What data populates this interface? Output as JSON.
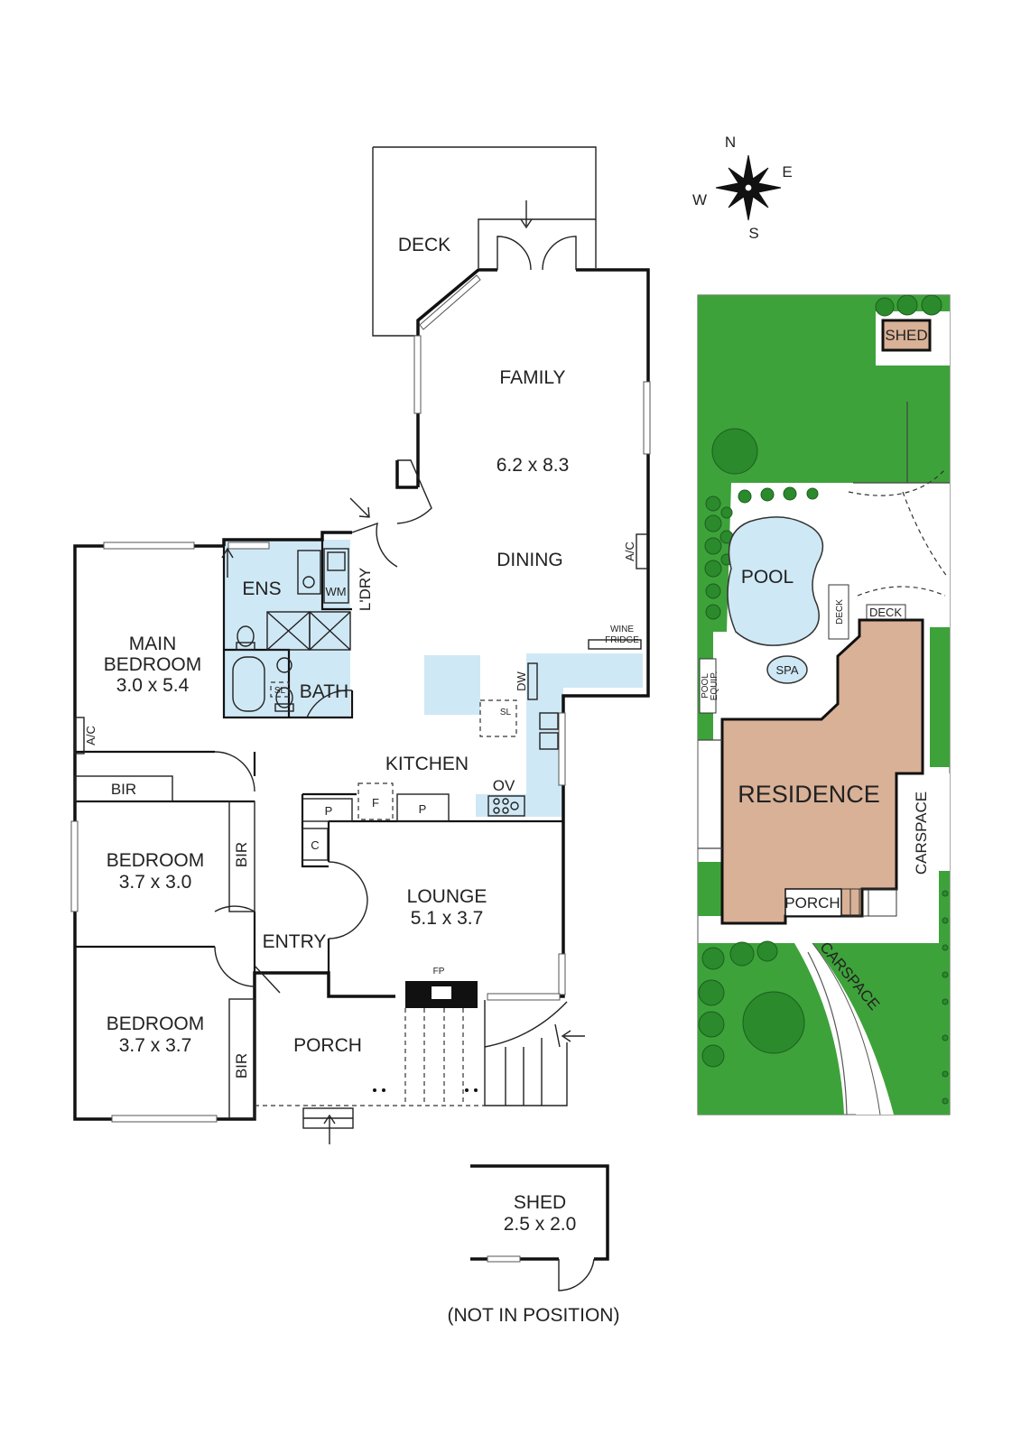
{
  "rooms": {
    "deck": "DECK",
    "family": "FAMILY",
    "family_dims": "6.2 x 8.3",
    "dining": "DINING",
    "ens": "ENS",
    "wm": "WM",
    "ldry": "L'DRY",
    "main_bedroom_line1": "MAIN",
    "main_bedroom_line2": "BEDROOM",
    "main_bedroom_dims": "3.0 x 5.4",
    "bath": "BATH",
    "sl_bath": "SL",
    "ac_family": "A/C",
    "ac_bedroom": "A/C",
    "wine_fridge_line1": "WINE",
    "wine_fridge_line2": "FRIDGE",
    "dw": "DW",
    "sl_kitchen": "SL",
    "kitchen": "KITCHEN",
    "ov": "OV",
    "bir_main": "BIR",
    "bir_bed2": "BIR",
    "bir_bed3": "BIR",
    "p1": "P",
    "f": "F",
    "p2": "P",
    "c": "C",
    "bedroom2": "BEDROOM",
    "bedroom2_dims": "3.7 x 3.0",
    "lounge": "LOUNGE",
    "lounge_dims": "5.1 x 3.7",
    "entry": "ENTRY",
    "fp": "FP",
    "bedroom3": "BEDROOM",
    "bedroom3_dims": "3.7 x 3.7",
    "porch": "PORCH",
    "shed": "SHED",
    "shed_dims": "2.5 x 2.0",
    "shed_note": "(NOT IN POSITION)"
  },
  "compass": {
    "n": "N",
    "e": "E",
    "s": "S",
    "w": "W"
  },
  "site": {
    "shed": "SHED",
    "pool": "POOL",
    "spa": "SPA",
    "pool_equip_line1": "POOL",
    "pool_equip_line2": "EQUIP.",
    "deck_vertical": "DECK",
    "deck_horizontal": "DECK",
    "residence": "RESIDENCE",
    "carspace_vertical": "CARSPACE",
    "porch": "PORCH",
    "carspace_diagonal": "CARSPACE"
  },
  "colors": {
    "wet_area": "#cfe8f5",
    "lawn": "#3ea23a",
    "residence": "#d9b197",
    "tree": "#2a8a2c"
  }
}
